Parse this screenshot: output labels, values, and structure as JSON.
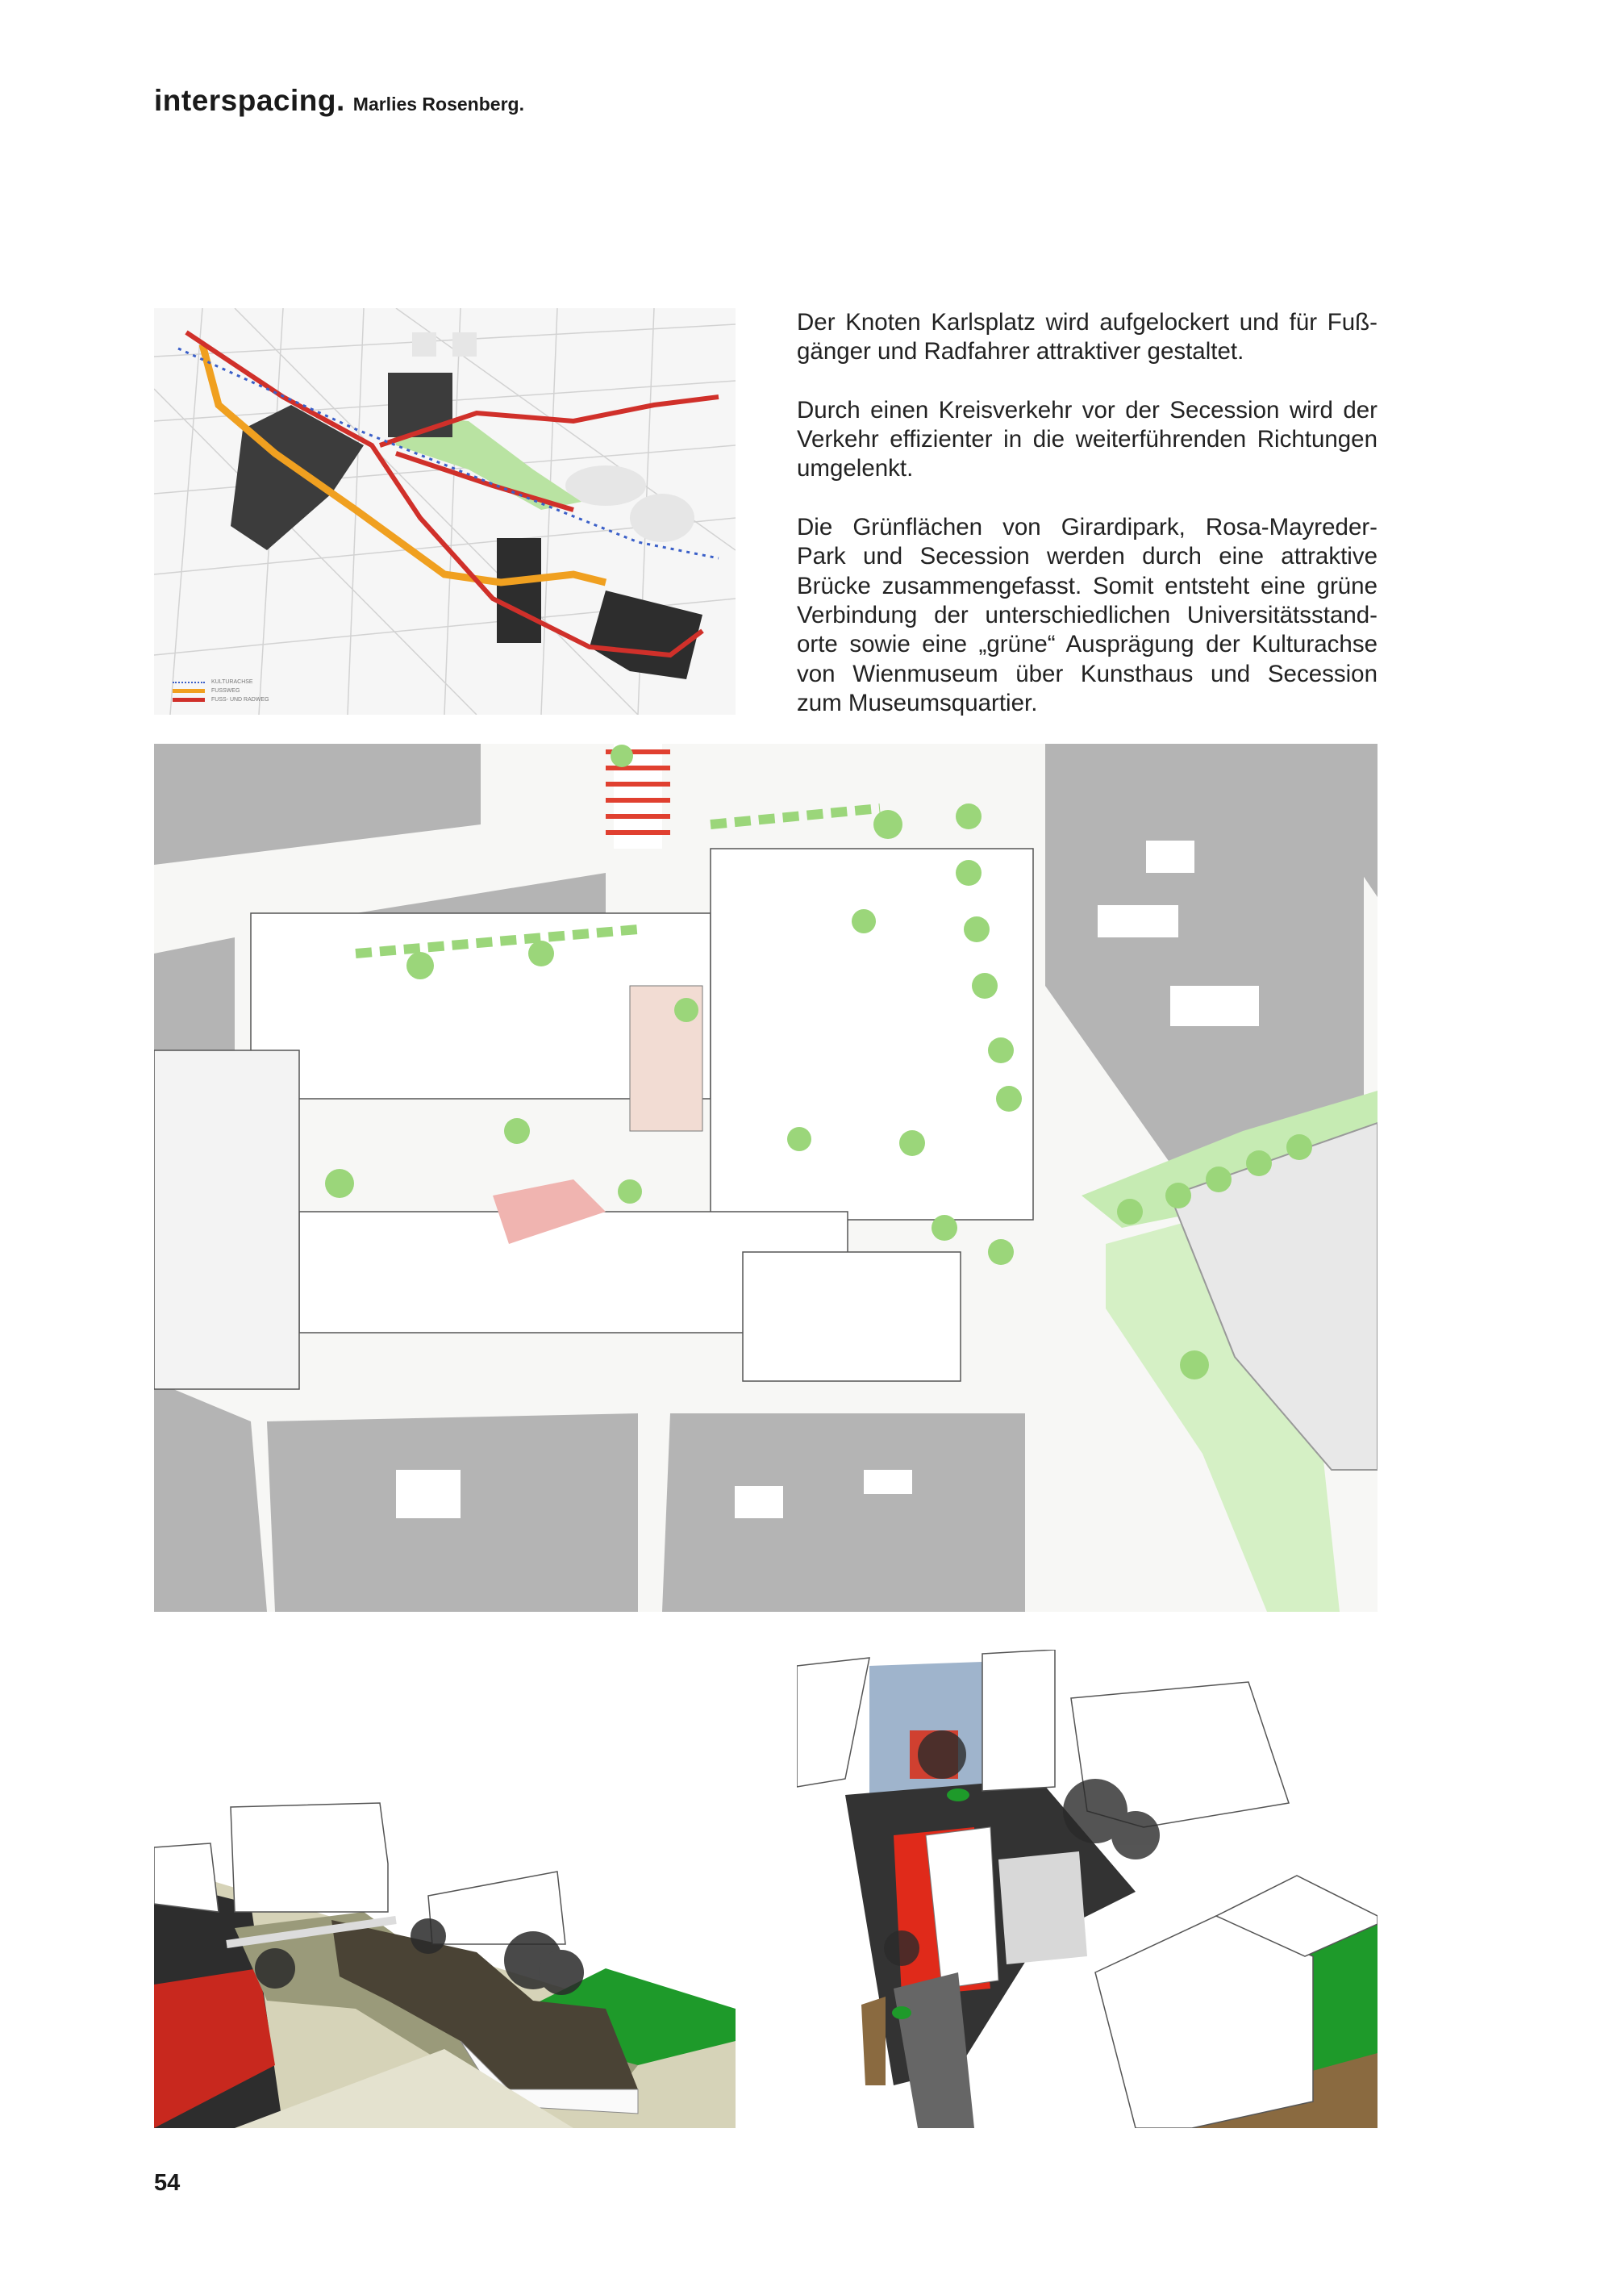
{
  "header": {
    "title": "interspacing.",
    "author": "Marlies Rosenberg."
  },
  "map_legend": [
    {
      "label": "KULTURACHSE",
      "color": "#3a5fc8",
      "style": "dotted"
    },
    {
      "label": "FUSSWEG",
      "color": "#f0a020",
      "style": "solid"
    },
    {
      "label": "FUSS- UND RADWEG",
      "color": "#d0302a",
      "style": "solid"
    }
  ],
  "body_text": {
    "paragraphs": [
      [
        "Der Knoten Karlsplatz wird aufgelockert und für Fuß-",
        "gänger und Radfahrer attraktiver gestaltet."
      ],
      [
        "Durch einen Kreisverkehr vor der Secession wird der",
        "Verkehr effizienter in die weiterführenden Richtungen",
        "umgelenkt."
      ],
      [
        "Die Grünflächen von Girardipark, Rosa-Mayreder-",
        "Park und Secession werden durch eine attraktive",
        "Brücke zusammengefasst. Somit entsteht eine grüne",
        "Verbindung der unterschiedlichen Universitätsstand-",
        "orte sowie eine „grüne“ Ausprägung der Kulturachse",
        "von Wienmuseum über Kunsthaus und Secession",
        "zum Museumsquartier."
      ]
    ]
  },
  "page_number": "54",
  "colors": {
    "red": "#d0302a",
    "orange": "#f0a020",
    "green": "#9bd67a",
    "building_gray": "#b4b4b4",
    "render_red": "#c8281e",
    "render_green": "#1e9a2a"
  }
}
